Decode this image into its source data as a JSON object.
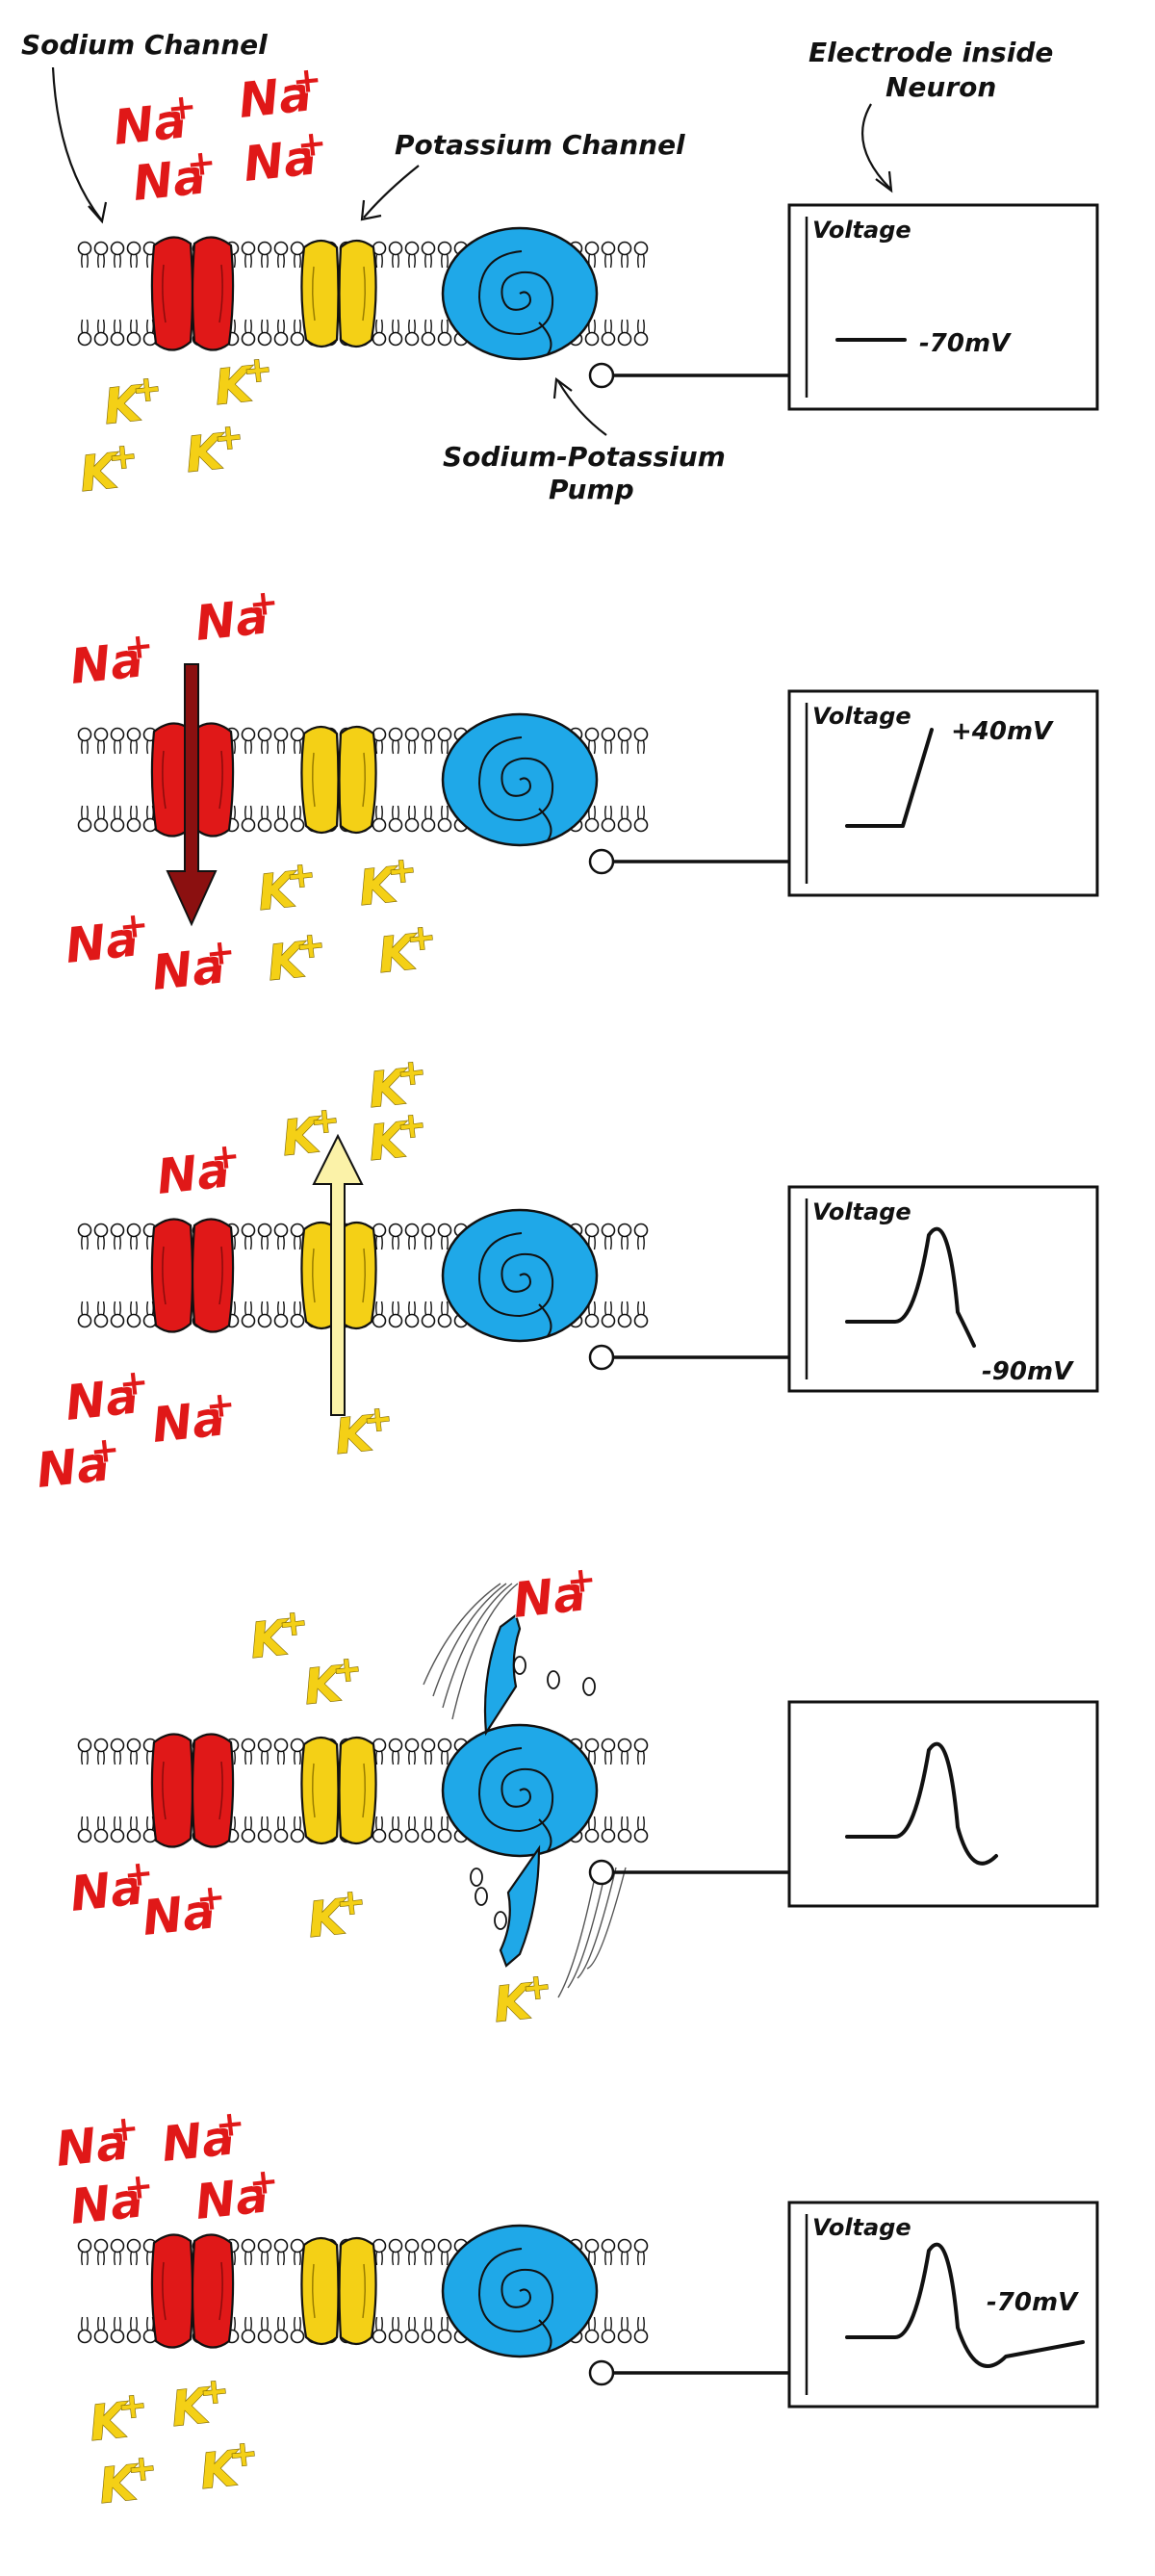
{
  "labels": {
    "sodium_channel": "Sodium Channel",
    "potassium_channel": "Potassium Channel",
    "electrode_line1": "Electrode inside",
    "electrode_line2": "Neuron",
    "pump_line1": "Sodium-Potassium",
    "pump_line2": "Pump"
  },
  "ions": {
    "na": "Na",
    "k": "K",
    "plus": "+"
  },
  "colors": {
    "sodium": "#e01818",
    "potassium": "#f4d016",
    "pump": "#1fa8e8",
    "arrow_sodium": "#8b1010",
    "arrow_potassium": "#fbf2a8"
  },
  "panels": [
    {
      "voltage_title": "Voltage",
      "reading": "-70mV",
      "trace": "resting",
      "flow": "none",
      "pump_state": "normal"
    },
    {
      "voltage_title": "Voltage",
      "reading": "+40mV",
      "trace": "rising",
      "flow": "sodium-in",
      "pump_state": "normal"
    },
    {
      "voltage_title": "Voltage",
      "reading": "-90mV",
      "trace": "spike-falling",
      "flow": "potassium-out",
      "pump_state": "normal"
    },
    {
      "voltage_title": "",
      "reading": "",
      "trace": "spike-recovering",
      "flow": "pump-exchange",
      "pump_state": "pumping"
    },
    {
      "voltage_title": "Voltage",
      "reading": "-70mV",
      "trace": "full-recovery",
      "flow": "none",
      "pump_state": "normal"
    }
  ]
}
